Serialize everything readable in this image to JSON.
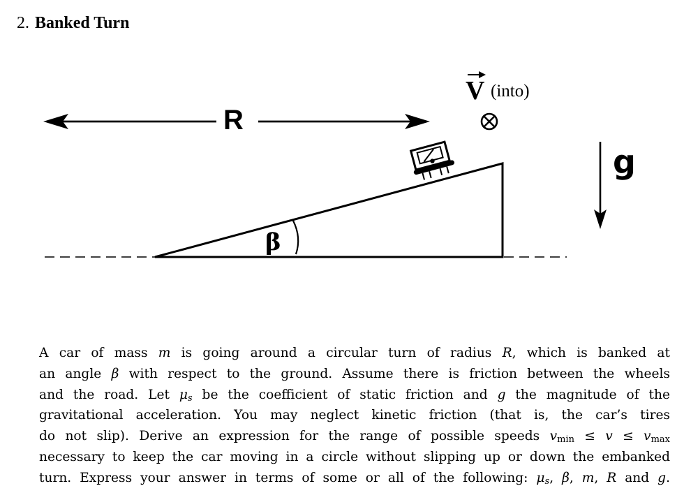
{
  "problem": {
    "number": "2.",
    "title": "Banked Turn"
  },
  "figure": {
    "radius_label": "R",
    "velocity_symbol": "V",
    "velocity_note": "(into)",
    "gravity_label": "g",
    "angle_label": "β"
  },
  "text": {
    "l1_a": "A car of mass ",
    "m": "m",
    "l1_b": " is going around a circular turn of radius ",
    "R": "R",
    "l1_c": ", which is banked at",
    "l2_a": "an angle ",
    "beta": "β",
    "l2_b": " with respect to the ground.  Assume there is friction between the wheels",
    "l3": "and the road.  Let ",
    "mu": "μ",
    "s_sub": "s",
    "l3_b": " be the coefficient of static friction and ",
    "g": "g",
    "l3_c": " the magnitude of the",
    "l4": "gravitational acceleration.  You may neglect kinetic friction (that is, the car’s tires",
    "l5_a": "do not slip).  Derive an expression for the range of possible speeds ",
    "v": "v",
    "min_sub": "min",
    "leq": " ≤ ",
    "max_sub": "max",
    "l6": "necessary to keep the car moving in a circle without slipping up or down the embanked",
    "l7_a": "turn. Express your answer in terms of some or all of the following: ",
    "comma": ", ",
    "and": " and ",
    "period": "."
  }
}
